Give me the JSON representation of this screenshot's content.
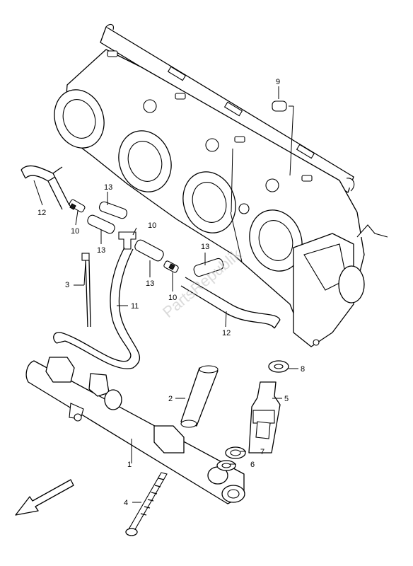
{
  "watermark": "PartsRepublik",
  "callouts": {
    "c1": "1",
    "c2": "2",
    "c3": "3",
    "c4": "4",
    "c5": "5",
    "c6": "6",
    "c7": "7",
    "c8": "8",
    "c9": "9",
    "c10a": "10",
    "c10b": "10",
    "c10c": "10",
    "c11": "11",
    "c12a": "12",
    "c12b": "12",
    "c13a": "13",
    "c13b": "13",
    "c13c": "13",
    "c13d": "13"
  }
}
